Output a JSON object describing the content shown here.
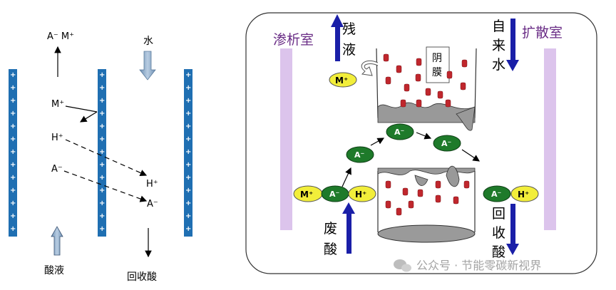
{
  "left_diagram": {
    "top_ions": "A⁻ M⁺",
    "water": "水",
    "m_plus": "M⁺",
    "h_plus_left": "H⁺",
    "a_minus_left": "A⁻",
    "h_plus_right": "H⁺",
    "a_minus_right": "A⁻",
    "acid_in": "酸液",
    "recovered_acid": "回收酸"
  },
  "right_diagram": {
    "dialysis_room": "渗析室",
    "diffusion_room": "扩散室",
    "residue_1": "残",
    "residue_2": "液",
    "tap_water_1": "自",
    "tap_water_2": "来",
    "tap_water_3": "水",
    "anion_membrane_1": "阴",
    "anion_membrane_2": "膜",
    "waste_acid_1": "废",
    "waste_acid_2": "酸",
    "recover_1": "回",
    "recover_2": "收",
    "recover_3": "酸",
    "m_ion": "M⁺",
    "h_ion": "H⁺",
    "a_ion": "A⁻"
  },
  "watermark": "公众号 · 节能零碳新视界",
  "colors": {
    "membrane_blue": "#1f6fb2",
    "ion_green": "#1e7a2a",
    "ion_yellow": "#f2ee3a",
    "arrow_blue": "#1a1fa8",
    "chamber_purple": "#dcc4ec",
    "particle_red": "#c0272d"
  }
}
